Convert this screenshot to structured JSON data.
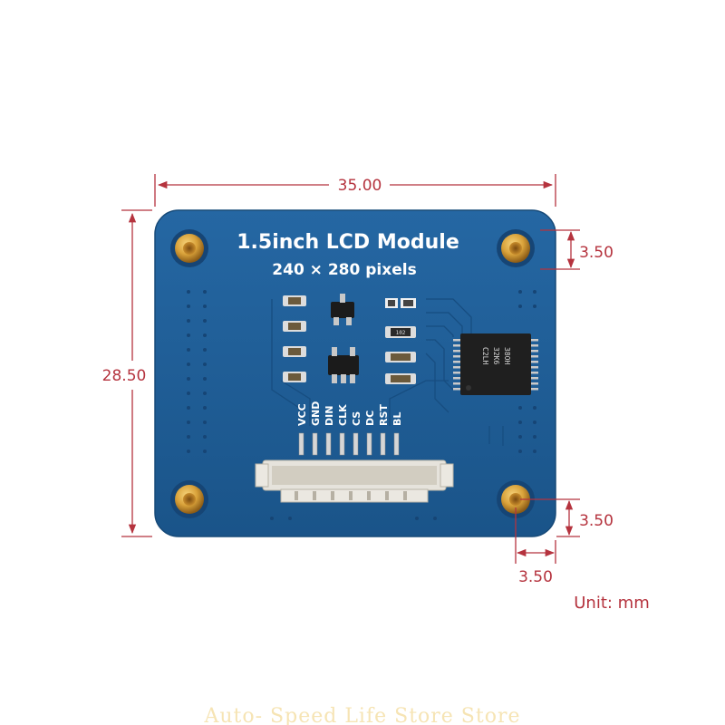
{
  "module": {
    "title": "1.5inch LCD Module",
    "resolution": "240 × 280 pixels",
    "pins": [
      "VCC",
      "GND",
      "DIN",
      "CLK",
      "CS",
      "DC",
      "RST",
      "BL"
    ]
  },
  "dimensions": {
    "width": "35.00",
    "height": "28.50",
    "hole_offset_top": "3.50",
    "hole_offset_bottom": "3.50",
    "hole_offset_side": "3.50"
  },
  "unit_label": "Unit: mm",
  "chip_marking": [
    "38OH",
    "32K6",
    "C2LH"
  ],
  "resistor_marking": "102",
  "watermark": "Auto- Speed Life Store Store",
  "colors": {
    "board": "#1e5d95",
    "dimension": "#b5333e",
    "gold": "#d9a23a"
  }
}
